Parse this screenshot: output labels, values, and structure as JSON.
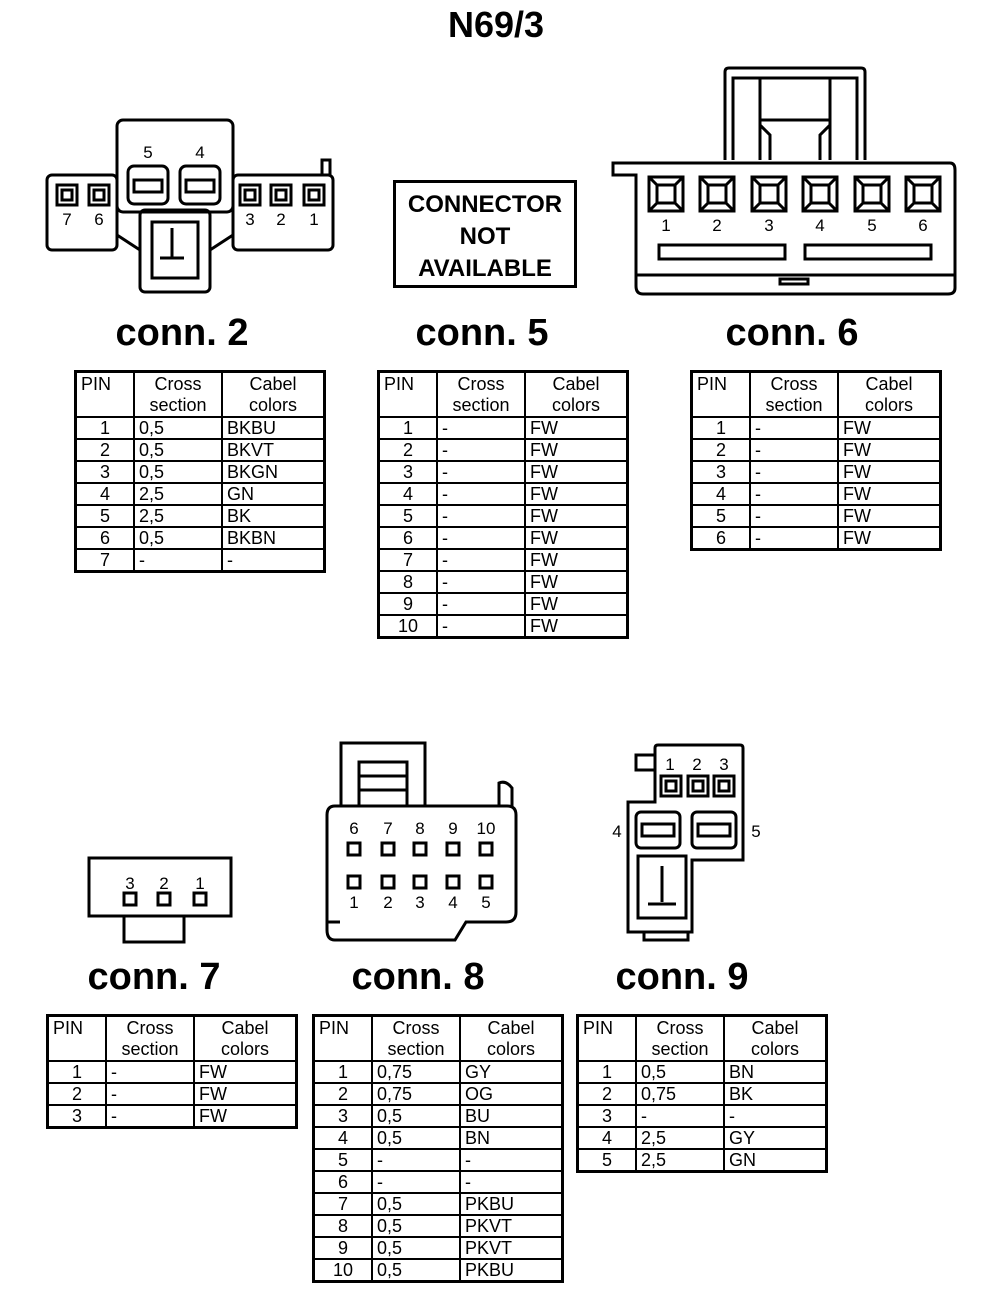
{
  "title": "N69/3",
  "headers": {
    "pin": "PIN",
    "cross_1": "Cross",
    "cross_2": "section",
    "cabel_1": "Cabel",
    "cabel_2": "colors"
  },
  "not_available": [
    "CONNECTOR",
    "NOT",
    "AVAILABLE"
  ],
  "connectors": [
    {
      "id": "conn2",
      "title": "conn. 2",
      "pin_labels": [
        "5",
        "4",
        "7",
        "6",
        "3",
        "2",
        "1"
      ],
      "rows": [
        [
          "1",
          "0,5",
          "BKBU"
        ],
        [
          "2",
          "0,5",
          "BKVT"
        ],
        [
          "3",
          "0,5",
          "BKGN"
        ],
        [
          "4",
          "2,5",
          "GN"
        ],
        [
          "5",
          "2,5",
          "BK"
        ],
        [
          "6",
          "0,5",
          "BKBN"
        ],
        [
          "7",
          "-",
          "-"
        ]
      ]
    },
    {
      "id": "conn5",
      "title": "conn. 5",
      "rows": [
        [
          "1",
          "-",
          "FW"
        ],
        [
          "2",
          "-",
          "FW"
        ],
        [
          "3",
          "-",
          "FW"
        ],
        [
          "4",
          "-",
          "FW"
        ],
        [
          "5",
          "-",
          "FW"
        ],
        [
          "6",
          "-",
          "FW"
        ],
        [
          "7",
          "-",
          "FW"
        ],
        [
          "8",
          "-",
          "FW"
        ],
        [
          "9",
          "-",
          "FW"
        ],
        [
          "10",
          "-",
          "FW"
        ]
      ]
    },
    {
      "id": "conn6",
      "title": "conn. 6",
      "pin_labels": [
        "1",
        "2",
        "3",
        "4",
        "5",
        "6"
      ],
      "rows": [
        [
          "1",
          "-",
          "FW"
        ],
        [
          "2",
          "-",
          "FW"
        ],
        [
          "3",
          "-",
          "FW"
        ],
        [
          "4",
          "-",
          "FW"
        ],
        [
          "5",
          "-",
          "FW"
        ],
        [
          "6",
          "-",
          "FW"
        ]
      ]
    },
    {
      "id": "conn7",
      "title": "conn. 7",
      "pin_labels": [
        "3",
        "2",
        "1"
      ],
      "rows": [
        [
          "1",
          "-",
          "FW"
        ],
        [
          "2",
          "-",
          "FW"
        ],
        [
          "3",
          "-",
          "FW"
        ]
      ]
    },
    {
      "id": "conn8",
      "title": "conn. 8",
      "pin_labels": [
        "6",
        "7",
        "8",
        "9",
        "10",
        "1",
        "2",
        "3",
        "4",
        "5"
      ],
      "rows": [
        [
          "1",
          "0,75",
          "GY"
        ],
        [
          "2",
          "0,75",
          "OG"
        ],
        [
          "3",
          "0,5",
          "BU"
        ],
        [
          "4",
          "0,5",
          "BN"
        ],
        [
          "5",
          "-",
          "-"
        ],
        [
          "6",
          "-",
          "-"
        ],
        [
          "7",
          "0,5",
          "PKBU"
        ],
        [
          "8",
          "0,5",
          "PKVT"
        ],
        [
          "9",
          "0,5",
          "PKVT"
        ],
        [
          "10",
          "0,5",
          "PKBU"
        ]
      ]
    },
    {
      "id": "conn9",
      "title": "conn. 9",
      "pin_labels": [
        "1",
        "2",
        "3",
        "4",
        "5"
      ],
      "rows": [
        [
          "1",
          "0,5",
          "BN"
        ],
        [
          "2",
          "0,75",
          "BK"
        ],
        [
          "3",
          "-",
          "-"
        ],
        [
          "4",
          "2,5",
          "GY"
        ],
        [
          "5",
          "2,5",
          "GN"
        ]
      ]
    }
  ]
}
